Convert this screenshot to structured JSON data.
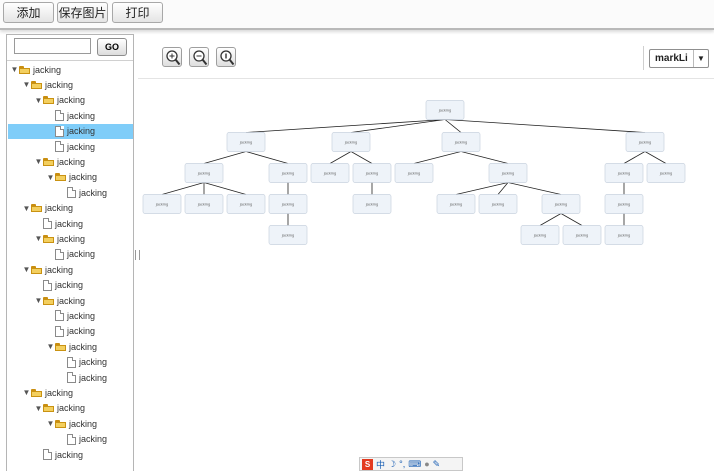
{
  "toolbar": {
    "add": "添加",
    "save_image": "保存图片",
    "print": "打印"
  },
  "search": {
    "value": "",
    "placeholder": "",
    "go_label": "GO"
  },
  "tree": [
    {
      "level": 0,
      "type": "folder",
      "label": "jacking",
      "expanded": true
    },
    {
      "level": 1,
      "type": "folder",
      "label": "jacking",
      "expanded": true
    },
    {
      "level": 2,
      "type": "folder",
      "label": "jacking",
      "expanded": true
    },
    {
      "level": 3,
      "type": "doc",
      "label": "jacking"
    },
    {
      "level": 3,
      "type": "doc",
      "label": "jacking",
      "selected": true
    },
    {
      "level": 3,
      "type": "doc",
      "label": "jacking"
    },
    {
      "level": 2,
      "type": "folder",
      "label": "jacking",
      "expanded": true
    },
    {
      "level": 3,
      "type": "folder",
      "label": "jacking",
      "expanded": true
    },
    {
      "level": 4,
      "type": "doc",
      "label": "jacking"
    },
    {
      "level": 1,
      "type": "folder",
      "label": "jacking",
      "expanded": true
    },
    {
      "level": 2,
      "type": "doc",
      "label": "jacking"
    },
    {
      "level": 2,
      "type": "folder",
      "label": "jacking",
      "expanded": true
    },
    {
      "level": 3,
      "type": "doc",
      "label": "jacking"
    },
    {
      "level": 1,
      "type": "folder",
      "label": "jacking",
      "expanded": true
    },
    {
      "level": 2,
      "type": "doc",
      "label": "jacking"
    },
    {
      "level": 2,
      "type": "folder",
      "label": "jacking",
      "expanded": true
    },
    {
      "level": 3,
      "type": "doc",
      "label": "jacking"
    },
    {
      "level": 3,
      "type": "doc",
      "label": "jacking"
    },
    {
      "level": 3,
      "type": "folder",
      "label": "jacking",
      "expanded": true
    },
    {
      "level": 4,
      "type": "doc",
      "label": "jacking"
    },
    {
      "level": 4,
      "type": "doc",
      "label": "jacking"
    },
    {
      "level": 1,
      "type": "folder",
      "label": "jacking",
      "expanded": true
    },
    {
      "level": 2,
      "type": "folder",
      "label": "jacking",
      "expanded": true
    },
    {
      "level": 3,
      "type": "folder",
      "label": "jacking",
      "expanded": true
    },
    {
      "level": 4,
      "type": "doc",
      "label": "jacking"
    },
    {
      "level": 2,
      "type": "doc",
      "label": "jacking"
    }
  ],
  "zoom_tools": [
    "zoom-in-icon",
    "zoom-out-icon",
    "zoom-reset-icon"
  ],
  "user": {
    "selected": "markLi"
  },
  "org_chart": {
    "label": "jacking",
    "children": [
      {
        "label": "jacking",
        "children": [
          {
            "label": "jacking",
            "children": [
              {
                "label": "jacking"
              },
              {
                "label": "jacking"
              },
              {
                "label": "jacking"
              }
            ]
          },
          {
            "label": "jacking",
            "children": [
              {
                "label": "jacking",
                "children": [
                  {
                    "label": "jacking"
                  }
                ]
              }
            ]
          }
        ]
      },
      {
        "label": "jacking",
        "children": [
          {
            "label": "jacking"
          },
          {
            "label": "jacking",
            "children": [
              {
                "label": "jacking"
              }
            ]
          }
        ]
      },
      {
        "label": "jacking",
        "children": [
          {
            "label": "jacking"
          },
          {
            "label": "jacking",
            "children": [
              {
                "label": "jacking"
              },
              {
                "label": "jacking"
              },
              {
                "label": "jacking",
                "children": [
                  {
                    "label": "jacking"
                  },
                  {
                    "label": "jacking"
                  }
                ]
              }
            ]
          }
        ]
      },
      {
        "label": "jacking",
        "children": [
          {
            "label": "jacking",
            "children": [
              {
                "label": "jacking",
                "children": [
                  {
                    "label": "jacking"
                  }
                ]
              }
            ]
          },
          {
            "label": "jacking"
          }
        ]
      }
    ]
  },
  "ime_bar": {
    "mode": "中"
  }
}
